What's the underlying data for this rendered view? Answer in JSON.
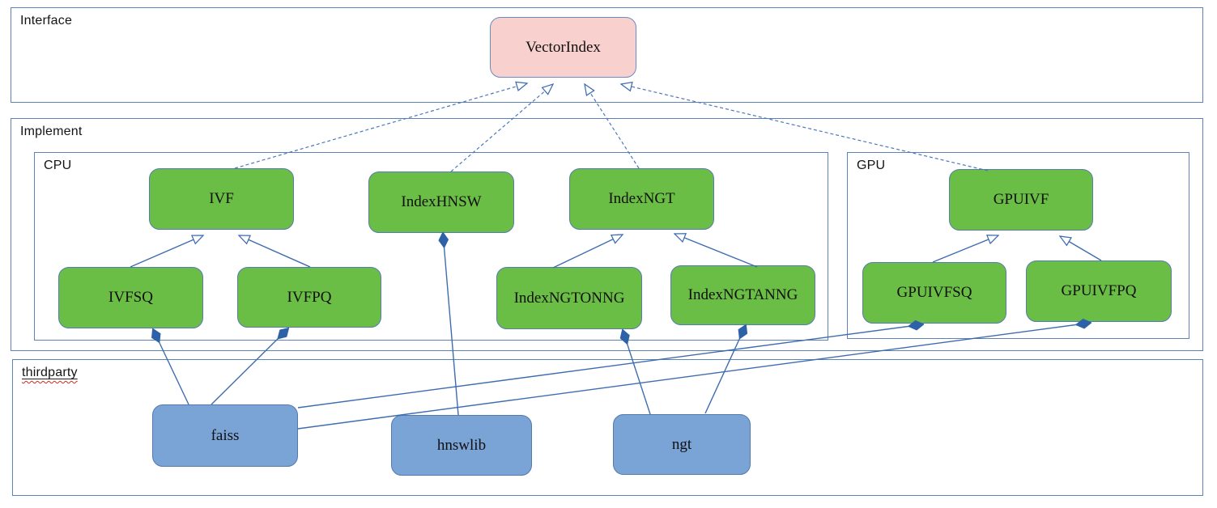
{
  "diagram": {
    "kind": "uml-class-diagram",
    "containers": {
      "interface": {
        "label": "Interface"
      },
      "implement": {
        "label": "Implement"
      },
      "cpu": {
        "label": "CPU"
      },
      "gpu": {
        "label": "GPU"
      },
      "thirdparty": {
        "label": "thirdparty",
        "spellcheck_squiggle": true
      }
    },
    "nodes": {
      "vector_index": {
        "label": "VectorIndex",
        "kind": "interface"
      },
      "ivf": {
        "label": "IVF",
        "kind": "cpu-class"
      },
      "index_hnsw": {
        "label": "IndexHNSW",
        "kind": "cpu-class"
      },
      "index_ngt": {
        "label": "IndexNGT",
        "kind": "cpu-class"
      },
      "ivfsq": {
        "label": "IVFSQ",
        "kind": "cpu-class"
      },
      "ivfpq": {
        "label": "IVFPQ",
        "kind": "cpu-class"
      },
      "index_ngtonng": {
        "label": "IndexNGTONNG",
        "kind": "cpu-class"
      },
      "index_ngtanng": {
        "label": "IndexNGTANNG",
        "kind": "cpu-class"
      },
      "gpuivf": {
        "label": "GPUIVF",
        "kind": "gpu-class"
      },
      "gpuivfsq": {
        "label": "GPUIVFSQ",
        "kind": "gpu-class"
      },
      "gpuivfpq": {
        "label": "GPUIVFPQ",
        "kind": "gpu-class"
      },
      "faiss": {
        "label": "faiss",
        "kind": "thirdparty-lib"
      },
      "hnswlib": {
        "label": "hnswlib",
        "kind": "thirdparty-lib"
      },
      "ngt": {
        "label": "ngt",
        "kind": "thirdparty-lib"
      }
    },
    "edges": [
      {
        "id": "r1",
        "from": "IVF",
        "to": "VectorIndex",
        "type": "realization"
      },
      {
        "id": "r2",
        "from": "IndexHNSW",
        "to": "VectorIndex",
        "type": "realization"
      },
      {
        "id": "r3",
        "from": "IndexNGT",
        "to": "VectorIndex",
        "type": "realization"
      },
      {
        "id": "r4",
        "from": "GPUIVF",
        "to": "VectorIndex",
        "type": "realization"
      },
      {
        "id": "g1",
        "from": "IVFSQ",
        "to": "IVF",
        "type": "generalization"
      },
      {
        "id": "g2",
        "from": "IVFPQ",
        "to": "IVF",
        "type": "generalization"
      },
      {
        "id": "g3",
        "from": "IndexNGTONNG",
        "to": "IndexNGT",
        "type": "generalization"
      },
      {
        "id": "g4",
        "from": "IndexNGTANNG",
        "to": "IndexNGT",
        "type": "generalization"
      },
      {
        "id": "g5",
        "from": "GPUIVFSQ",
        "to": "GPUIVF",
        "type": "generalization"
      },
      {
        "id": "g6",
        "from": "GPUIVFPQ",
        "to": "GPUIVF",
        "type": "generalization"
      },
      {
        "id": "c1",
        "from": "faiss",
        "to": "IVFSQ",
        "type": "composition"
      },
      {
        "id": "c2",
        "from": "faiss",
        "to": "IVFPQ",
        "type": "composition"
      },
      {
        "id": "c3",
        "from": "faiss",
        "to": "GPUIVFSQ",
        "type": "composition"
      },
      {
        "id": "c4",
        "from": "faiss",
        "to": "GPUIVFPQ",
        "type": "composition"
      },
      {
        "id": "c5",
        "from": "hnswlib",
        "to": "IndexHNSW",
        "type": "composition"
      },
      {
        "id": "c6",
        "from": "ngt",
        "to": "IndexNGTONNG",
        "type": "composition"
      },
      {
        "id": "c7",
        "from": "ngt",
        "to": "IndexNGTANNG",
        "type": "composition"
      }
    ],
    "colors": {
      "class_green_fill": "#6abd45",
      "thirdparty_blue_fill": "#7aa3d6",
      "interface_pink_fill": "#f8d0ce",
      "line_blue": "#3d6cb1",
      "container_border_blue": "#5c82b8",
      "squiggle_red": "#cc2a1f"
    }
  }
}
